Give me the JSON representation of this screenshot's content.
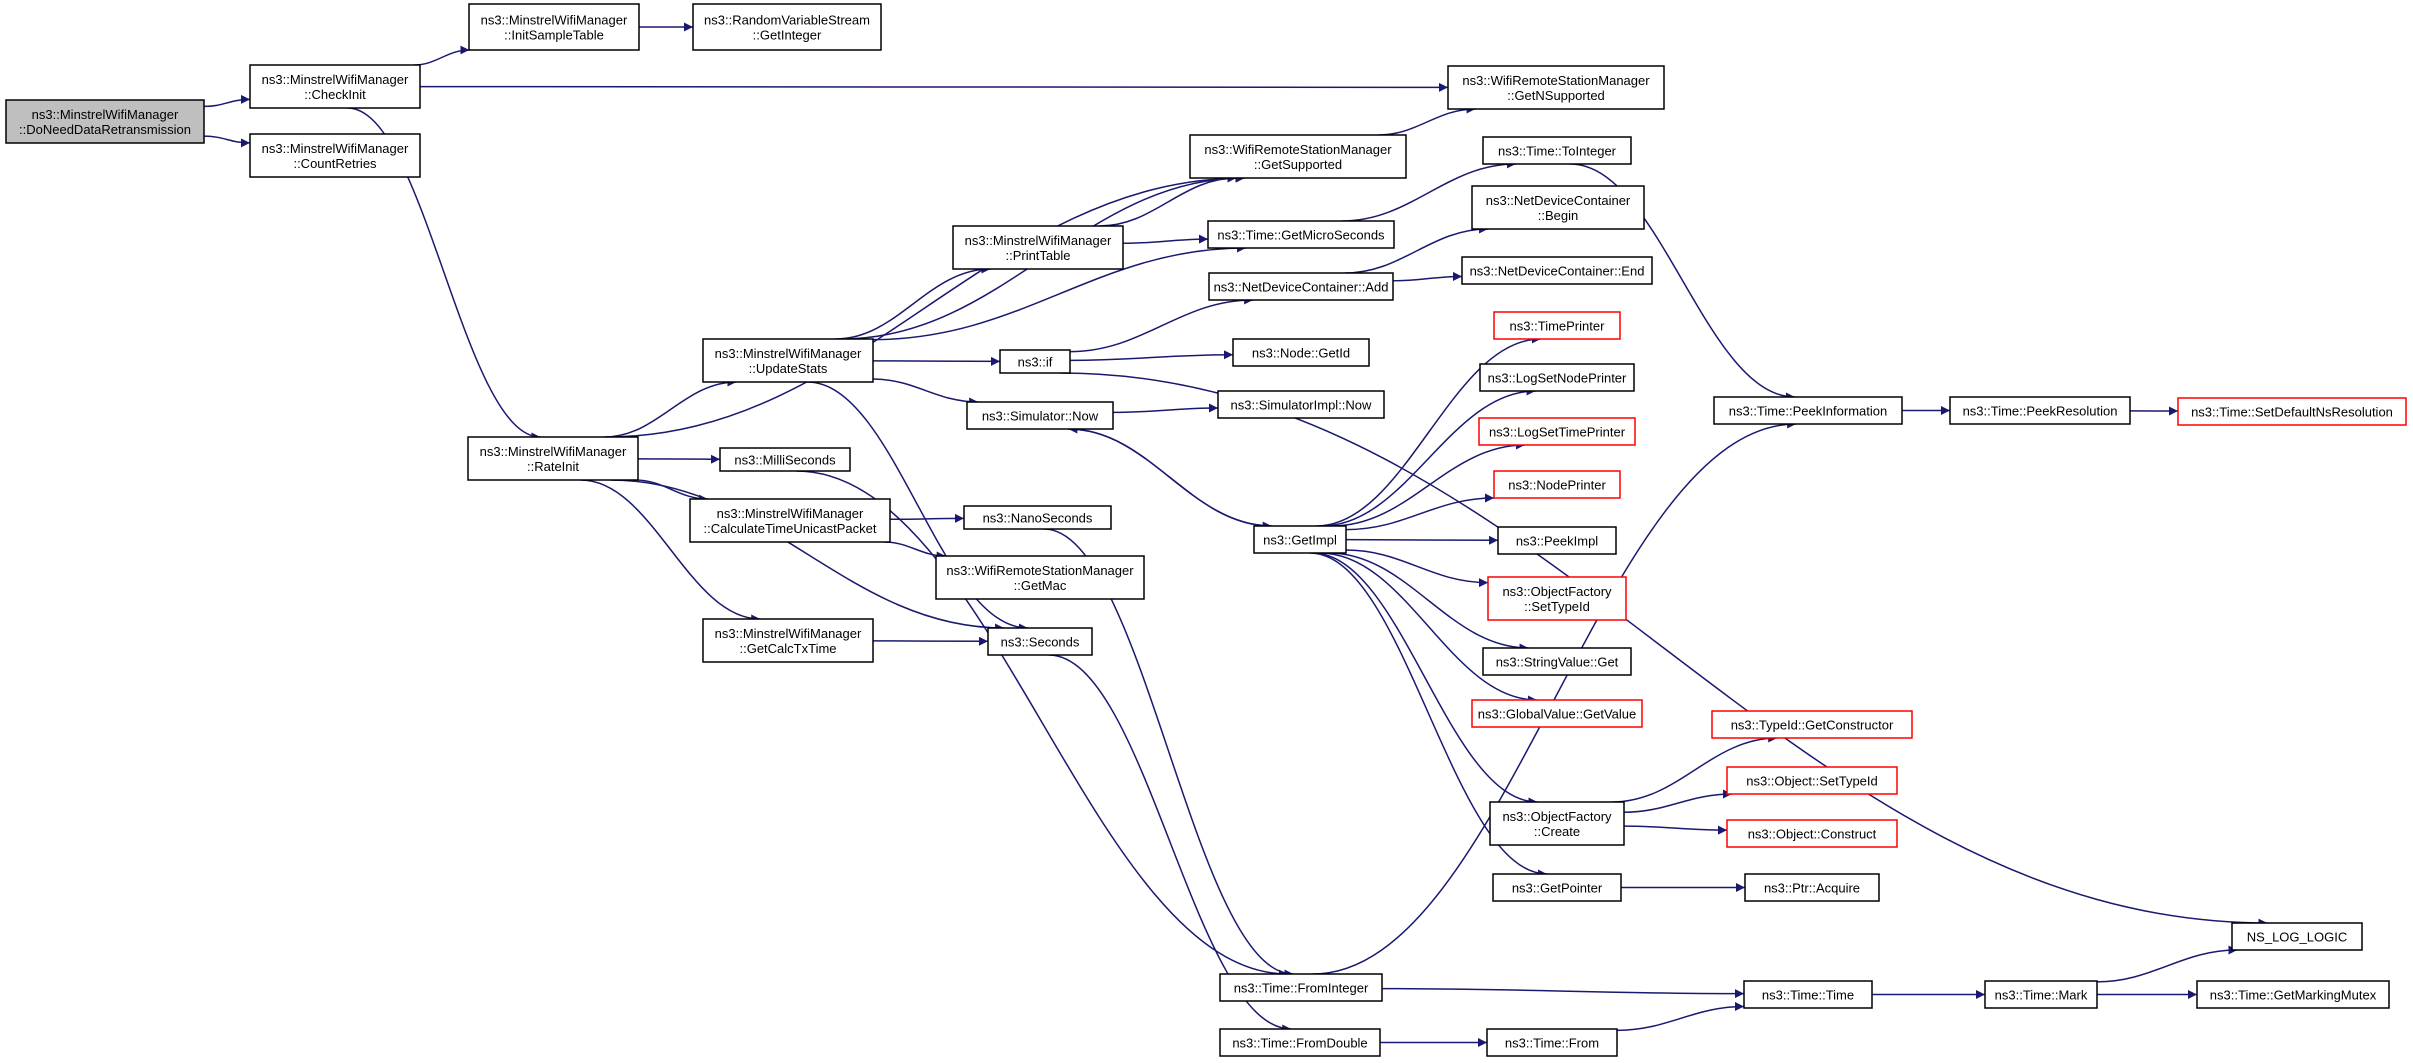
{
  "graph": {
    "edge_color": "#191970",
    "node_border": "#000000",
    "truncated_border": "#ff0000",
    "root_fill": "#bfbfbf",
    "nodes": [
      {
        "id": "root",
        "lines": [
          "ns3::MinstrelWifiManager",
          "::DoNeedDataRetransmission"
        ],
        "root": true
      },
      {
        "id": "checkinit",
        "lines": [
          "ns3::MinstrelWifiManager",
          "::CheckInit"
        ]
      },
      {
        "id": "countretries",
        "lines": [
          "ns3::MinstrelWifiManager",
          "::CountRetries"
        ]
      },
      {
        "id": "initsample",
        "lines": [
          "ns3::MinstrelWifiManager",
          "::InitSampleTable"
        ]
      },
      {
        "id": "rvsgetint",
        "lines": [
          "ns3::RandomVariableStream",
          "::GetInteger"
        ]
      },
      {
        "id": "getnsupported",
        "lines": [
          "ns3::WifiRemoteStationManager",
          "::GetNSupported"
        ]
      },
      {
        "id": "getsupported",
        "lines": [
          "ns3::WifiRemoteStationManager",
          "::GetSupported"
        ]
      },
      {
        "id": "ratelnit",
        "lines": [
          "ns3::MinstrelWifiManager",
          "::RateInit"
        ]
      },
      {
        "id": "updatestats",
        "lines": [
          "ns3::MinstrelWifiManager",
          "::UpdateStats"
        ]
      },
      {
        "id": "printtable",
        "lines": [
          "ns3::MinstrelWifiManager",
          "::PrintTable"
        ]
      },
      {
        "id": "milliseconds",
        "lines": [
          "ns3::MilliSeconds"
        ]
      },
      {
        "id": "calctime",
        "lines": [
          "ns3::MinstrelWifiManager",
          "::CalculateTimeUnicastPacket"
        ]
      },
      {
        "id": "getcalctx",
        "lines": [
          "ns3::MinstrelWifiManager",
          "::GetCalcTxTime"
        ]
      },
      {
        "id": "nanoseconds",
        "lines": [
          "ns3::NanoSeconds"
        ]
      },
      {
        "id": "getmac",
        "lines": [
          "ns3::WifiRemoteStationManager",
          "::GetMac"
        ]
      },
      {
        "id": "seconds",
        "lines": [
          "ns3::Seconds"
        ]
      },
      {
        "id": "ns3if",
        "lines": [
          "ns3::if"
        ]
      },
      {
        "id": "simnow",
        "lines": [
          "ns3::Simulator::Now"
        ]
      },
      {
        "id": "getmicro",
        "lines": [
          "ns3::Time::GetMicroSeconds"
        ]
      },
      {
        "id": "ndcadd",
        "lines": [
          "ns3::NetDeviceContainer::Add"
        ]
      },
      {
        "id": "nodegetid",
        "lines": [
          "ns3::Node::GetId"
        ]
      },
      {
        "id": "simimplnow",
        "lines": [
          "ns3::SimulatorImpl::Now"
        ]
      },
      {
        "id": "toint",
        "lines": [
          "ns3::Time::ToInteger"
        ]
      },
      {
        "id": "ndcbegin",
        "lines": [
          "ns3::NetDeviceContainer",
          "::Begin"
        ]
      },
      {
        "id": "ndcend",
        "lines": [
          "ns3::NetDeviceContainer::End"
        ]
      },
      {
        "id": "getimpl",
        "lines": [
          "ns3::GetImpl"
        ]
      },
      {
        "id": "timeprinter",
        "lines": [
          "ns3::TimePrinter"
        ],
        "truncated": true
      },
      {
        "id": "logsetnode",
        "lines": [
          "ns3::LogSetNodePrinter"
        ]
      },
      {
        "id": "logsettime",
        "lines": [
          "ns3::LogSetTimePrinter"
        ],
        "truncated": true
      },
      {
        "id": "nodeprinter",
        "lines": [
          "ns3::NodePrinter"
        ],
        "truncated": true
      },
      {
        "id": "peekimpl",
        "lines": [
          "ns3::PeekImpl"
        ]
      },
      {
        "id": "ofsettype",
        "lines": [
          "ns3::ObjectFactory",
          "::SetTypeId"
        ],
        "truncated": true
      },
      {
        "id": "strvalget",
        "lines": [
          "ns3::StringValue::Get"
        ]
      },
      {
        "id": "gvgetvalue",
        "lines": [
          "ns3::GlobalValue::GetValue"
        ],
        "truncated": true
      },
      {
        "id": "ofcreate",
        "lines": [
          "ns3::ObjectFactory",
          "::Create"
        ]
      },
      {
        "id": "getpointer",
        "lines": [
          "ns3::GetPointer"
        ]
      },
      {
        "id": "typeidgetctor",
        "lines": [
          "ns3::TypeId::GetConstructor"
        ],
        "truncated": true
      },
      {
        "id": "objsettype",
        "lines": [
          "ns3::Object::SetTypeId"
        ],
        "truncated": true
      },
      {
        "id": "objconstruct",
        "lines": [
          "ns3::Object::Construct"
        ],
        "truncated": true
      },
      {
        "id": "ptracquire",
        "lines": [
          "ns3::Ptr::Acquire"
        ]
      },
      {
        "id": "peekinfo",
        "lines": [
          "ns3::Time::PeekInformation"
        ]
      },
      {
        "id": "peekres",
        "lines": [
          "ns3::Time::PeekResolution"
        ]
      },
      {
        "id": "setdefres",
        "lines": [
          "ns3::Time::SetDefaultNsResolution"
        ],
        "truncated": true
      },
      {
        "id": "nslog",
        "lines": [
          "NS_LOG_LOGIC"
        ]
      },
      {
        "id": "frominteger",
        "lines": [
          "ns3::Time::FromInteger"
        ]
      },
      {
        "id": "fromdouble",
        "lines": [
          "ns3::Time::FromDouble"
        ]
      },
      {
        "id": "timefrom",
        "lines": [
          "ns3::Time::From"
        ]
      },
      {
        "id": "timetime",
        "lines": [
          "ns3::Time::Time"
        ]
      },
      {
        "id": "timemark",
        "lines": [
          "ns3::Time::Mark"
        ]
      },
      {
        "id": "getmarkmutex",
        "lines": [
          "ns3::Time::GetMarkingMutex"
        ]
      }
    ],
    "edges": [
      [
        "root",
        "checkinit"
      ],
      [
        "root",
        "countretries"
      ],
      [
        "checkinit",
        "initsample"
      ],
      [
        "checkinit",
        "getnsupported"
      ],
      [
        "checkinit",
        "ratelnit"
      ],
      [
        "initsample",
        "rvsgetint"
      ],
      [
        "getsupported",
        "getnsupported"
      ],
      [
        "ratelnit",
        "getsupported"
      ],
      [
        "ratelnit",
        "updatestats"
      ],
      [
        "ratelnit",
        "milliseconds"
      ],
      [
        "ratelnit",
        "calctime"
      ],
      [
        "ratelnit",
        "getcalctx"
      ],
      [
        "ratelnit",
        "seconds"
      ],
      [
        "updatestats",
        "getsupported"
      ],
      [
        "updatestats",
        "printtable"
      ],
      [
        "updatestats",
        "getmicro"
      ],
      [
        "updatestats",
        "ns3if"
      ],
      [
        "updatestats",
        "simnow"
      ],
      [
        "updatestats",
        "seconds"
      ],
      [
        "printtable",
        "getsupported"
      ],
      [
        "printtable",
        "getmicro"
      ],
      [
        "calctime",
        "nanoseconds"
      ],
      [
        "calctime",
        "getmac"
      ],
      [
        "getcalctx",
        "seconds"
      ],
      [
        "milliseconds",
        "frominteger"
      ],
      [
        "nanoseconds",
        "frominteger"
      ],
      [
        "seconds",
        "fromdouble"
      ],
      [
        "ns3if",
        "ndcadd"
      ],
      [
        "ns3if",
        "nodegetid"
      ],
      [
        "ns3if",
        "nslog"
      ],
      [
        "simnow",
        "simimplnow"
      ],
      [
        "simnow",
        "getimpl"
      ],
      [
        "getmicro",
        "toint"
      ],
      [
        "ndcadd",
        "ndcbegin"
      ],
      [
        "ndcadd",
        "ndcend"
      ],
      [
        "getimpl",
        "simnow"
      ],
      [
        "getimpl",
        "timeprinter"
      ],
      [
        "getimpl",
        "logsetnode"
      ],
      [
        "getimpl",
        "logsettime"
      ],
      [
        "getimpl",
        "nodeprinter"
      ],
      [
        "getimpl",
        "peekimpl"
      ],
      [
        "getimpl",
        "ofsettype"
      ],
      [
        "getimpl",
        "strvalget"
      ],
      [
        "getimpl",
        "gvgetvalue"
      ],
      [
        "getimpl",
        "ofcreate"
      ],
      [
        "getimpl",
        "getpointer"
      ],
      [
        "ofcreate",
        "typeidgetctor"
      ],
      [
        "ofcreate",
        "objsettype"
      ],
      [
        "ofcreate",
        "objconstruct"
      ],
      [
        "getpointer",
        "ptracquire"
      ],
      [
        "toint",
        "peekinfo"
      ],
      [
        "peekinfo",
        "peekres"
      ],
      [
        "peekres",
        "setdefres"
      ],
      [
        "frominteger",
        "peekinfo"
      ],
      [
        "frominteger",
        "timetime"
      ],
      [
        "fromdouble",
        "timefrom"
      ],
      [
        "timefrom",
        "timetime"
      ],
      [
        "timetime",
        "timemark"
      ],
      [
        "timemark",
        "nslog"
      ],
      [
        "timemark",
        "getmarkmutex"
      ]
    ]
  }
}
